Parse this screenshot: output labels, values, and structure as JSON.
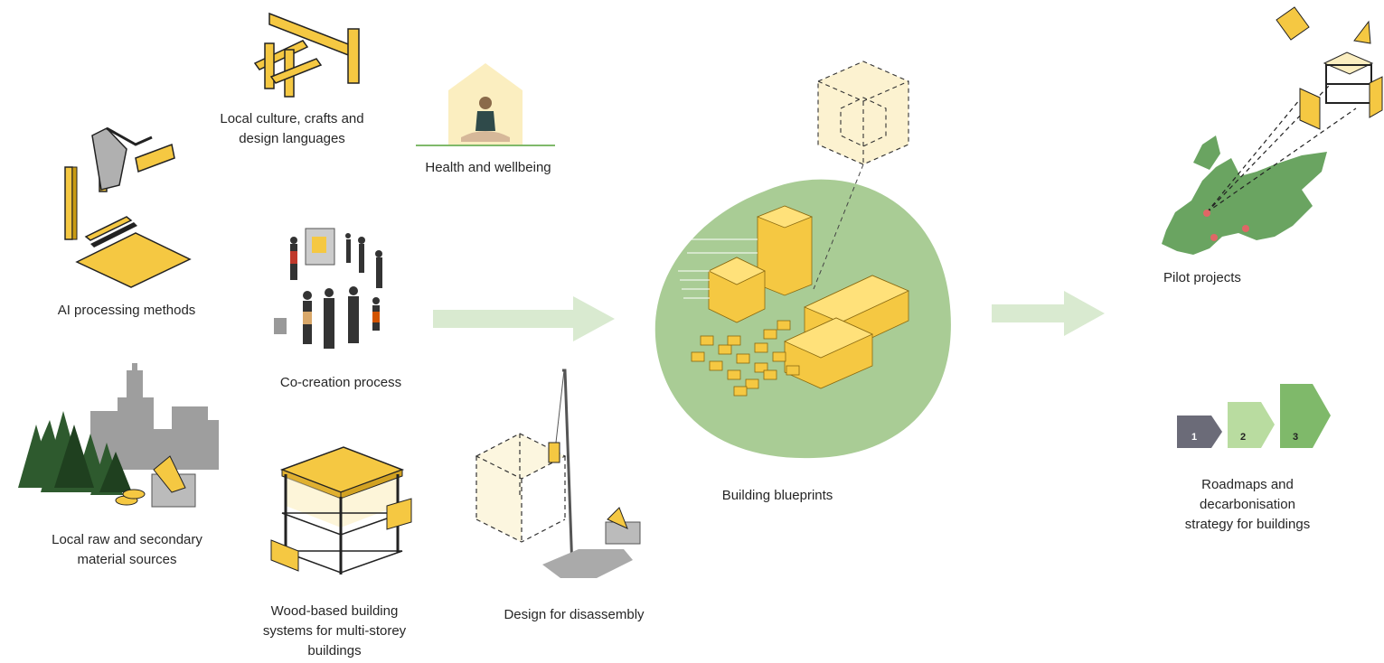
{
  "labels": {
    "ai": "AI processing methods",
    "culture_1": "Local culture, crafts and",
    "culture_2": "design languages",
    "health": "Health and wellbeing",
    "cocreation": "Co-creation process",
    "raw_1": "Local raw and secondary",
    "raw_2": "material sources",
    "wood_1": "Wood-based building",
    "wood_2": "systems for multi-storey",
    "wood_3": "buildings",
    "disassembly": "Design for disassembly",
    "blueprints": "Building blueprints",
    "pilot": "Pilot projects",
    "roadmap_1": "Roadmaps and",
    "roadmap_2": "decarbonisation",
    "roadmap_3": "strategy for buildings"
  },
  "roadmap_steps": [
    "1",
    "2",
    "3"
  ],
  "colors": {
    "yellow": "#f5c842",
    "yellow_pale": "#fbeec0",
    "green_blob": "#a9cc95",
    "green_map": "#6aa461",
    "arrow_green": "#d9ead0",
    "step1": "#6b6b78",
    "step2": "#b9dca0",
    "step3": "#7fb96a",
    "outline": "#222222"
  }
}
